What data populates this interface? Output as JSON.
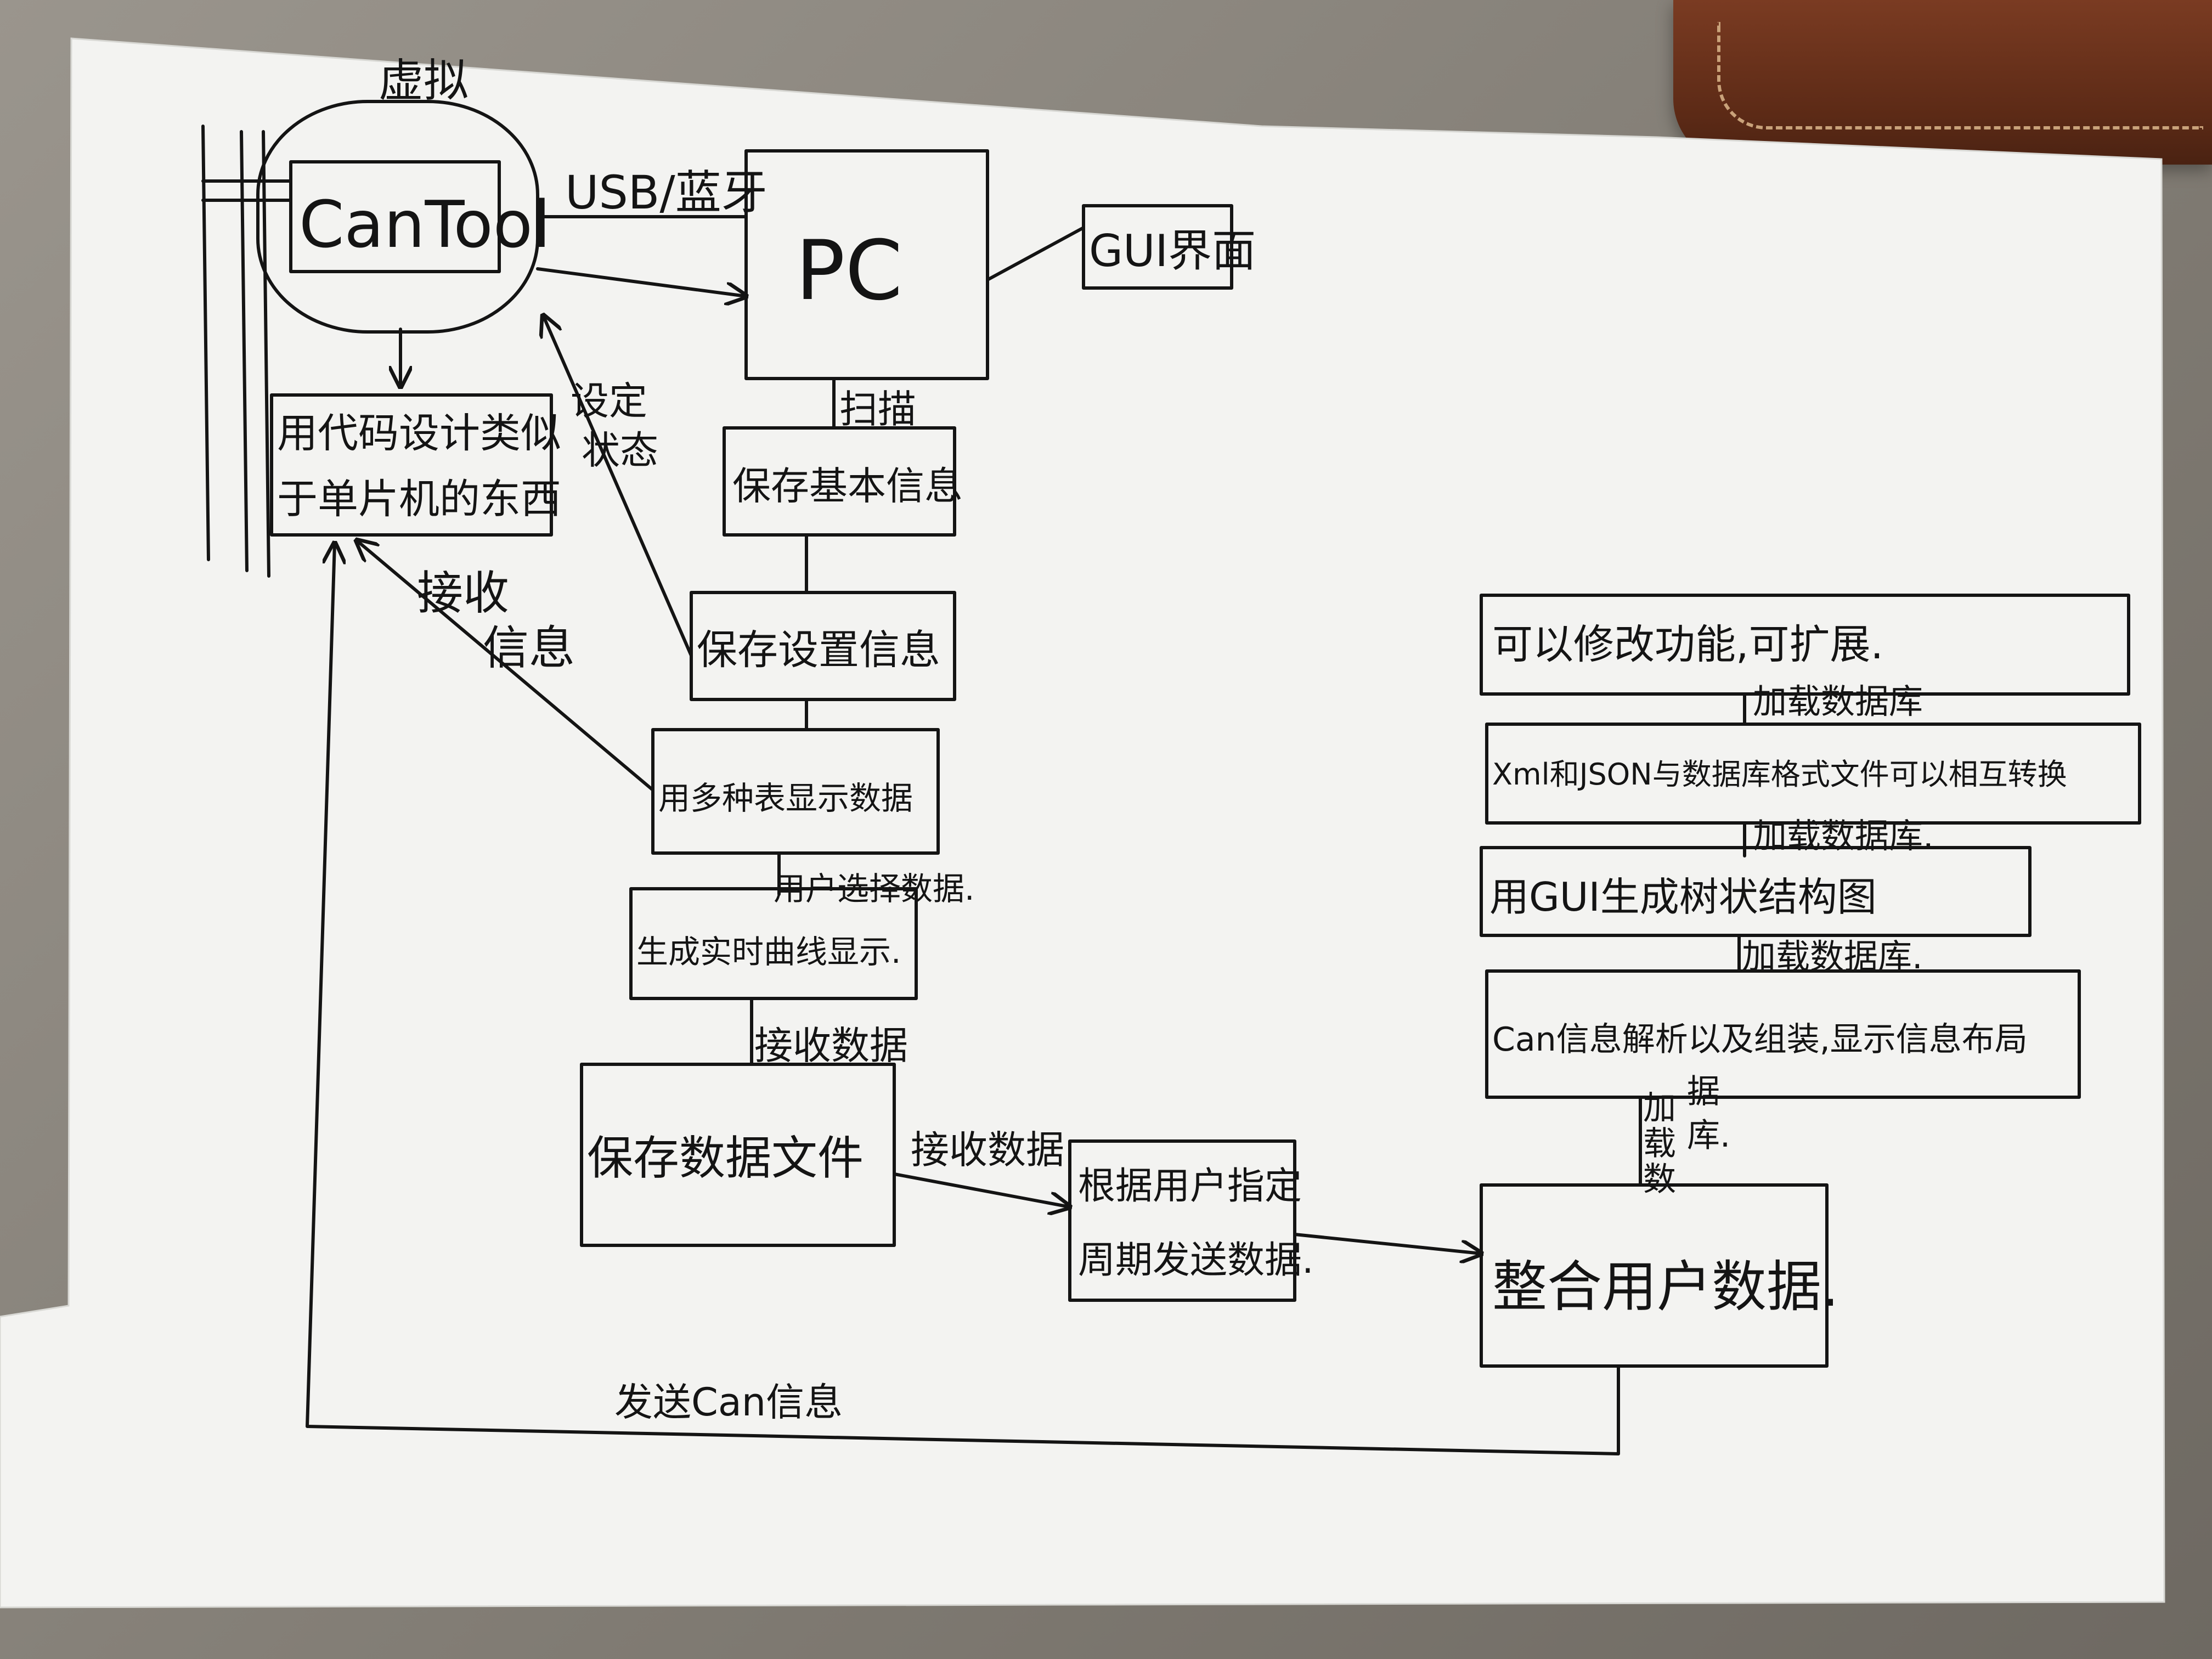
{
  "diagram": {
    "label_xuni": "虚拟",
    "cantool": "CanTool",
    "usb_bt": "USB/蓝牙",
    "pc": "PC",
    "gui": "GUI界面",
    "design_line1": "用代码设计类似",
    "design_line2": "于单片机的东西",
    "set_state_1": "设定",
    "set_state_2": "状态",
    "recv_info_1": "接收",
    "recv_info_2": "信息",
    "scan": "扫描",
    "save_basic": "保存基本信息",
    "save_setting": "保存设置信息",
    "show_data": "用多种表显示数据",
    "user_select": "用户选择数据.",
    "realtime": "生成实时曲线显示.",
    "recv_data_1": "接收数据",
    "save_file": "保存数据文件",
    "recv_data_2": "接收数据",
    "periodic_line1": "根据用户指定",
    "periodic_line2": "周期发送数据.",
    "integrate": "整合用户数据.",
    "send_can": "发送Can信息",
    "modify": "可以修改功能,可扩展.",
    "load_db_1": "加载数据库",
    "xml_json": "Xml和JSON与数据库格式文件可以相互转换",
    "load_db_2": "加载数据库.",
    "tree": "用GUI生成树状结构图",
    "load_db_3": "加载数据库.",
    "can_parse": "Can信息解析以及组装,显示信息布局",
    "load_db_4_a": "加",
    "load_db_4_b": "据",
    "load_db_4_c": "载",
    "load_db_4_d": "库.",
    "load_db_4_e": "数"
  },
  "colors": {
    "ink": "#141414",
    "paper": "#f3f3f1"
  }
}
